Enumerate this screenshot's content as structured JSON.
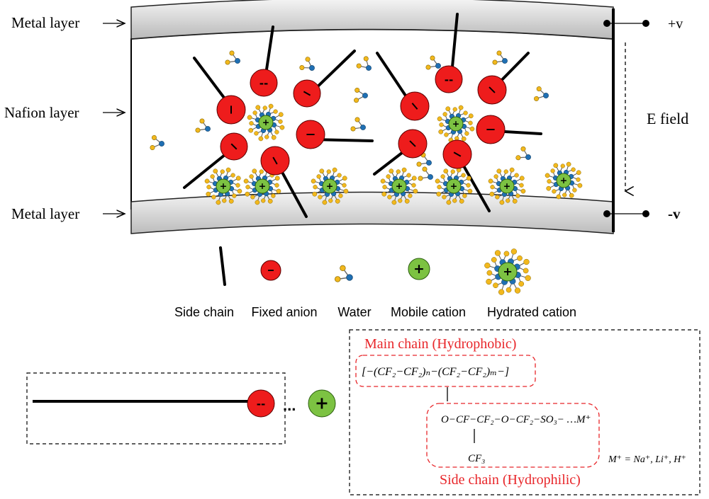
{
  "labels": {
    "metal_top": "Metal layer",
    "nafion": "Nafion layer",
    "metal_bottom": "Metal layer",
    "plus_v": "+v",
    "minus_v": "-v",
    "e_field": "E field"
  },
  "legend": [
    {
      "key": "side_chain",
      "label": "Side chain"
    },
    {
      "key": "fixed_anion",
      "label": "Fixed anion"
    },
    {
      "key": "water",
      "label": "Water"
    },
    {
      "key": "mobile_cation",
      "label": "Mobile cation"
    },
    {
      "key": "hydrated_cation",
      "label": "Hydrated cation"
    }
  ],
  "signs": {
    "minus": "--",
    "plus": "+",
    "ellipsis": "..."
  },
  "chemistry": {
    "main_chain_title": "Main chain (Hydrophobic)",
    "side_chain_title": "Side chain (Hydrophilic)",
    "main_formula": "[−(CF₂−CF₂)ₙ−(CF₂−CF₂)ₘ−]",
    "side_formula": "O−CF−CF₂−O−CF₂−SO₃− …M⁺",
    "branch": "CF₃",
    "cation_eq": "M⁺ = Na⁺, Li⁺, H⁺"
  },
  "colors": {
    "anion": "#ee1c1c",
    "cation": "#7cc242",
    "water_h": "#f2b81d",
    "water_o": "#1f6fb3",
    "electrode_top": "#f3f3f3",
    "electrode_bottom": "#bdbdbd",
    "annotation": "#e8262a"
  }
}
